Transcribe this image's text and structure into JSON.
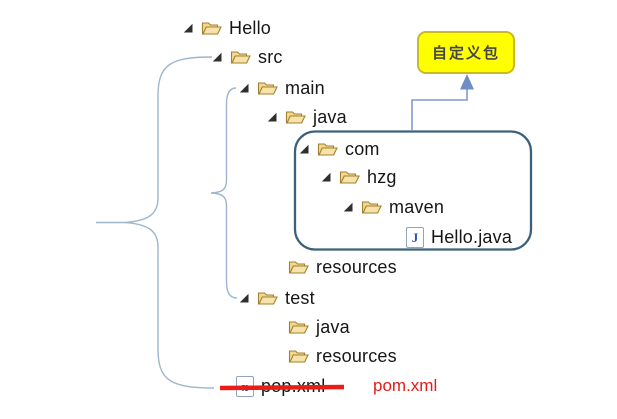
{
  "tree": {
    "items": [
      {
        "label": "Hello",
        "icon": "open-folder",
        "expanded": true
      },
      {
        "label": "src",
        "icon": "open-folder",
        "expanded": true
      },
      {
        "label": "main",
        "icon": "open-folder",
        "expanded": true
      },
      {
        "label": "java",
        "icon": "open-folder",
        "expanded": true
      },
      {
        "label": "com",
        "icon": "open-folder",
        "expanded": true
      },
      {
        "label": "hzg",
        "icon": "open-folder",
        "expanded": true
      },
      {
        "label": "maven",
        "icon": "open-folder",
        "expanded": true
      },
      {
        "label": "Hello.java",
        "icon": "java-file",
        "expanded": false
      },
      {
        "label": "resources",
        "icon": "open-folder",
        "expanded": false
      },
      {
        "label": "test",
        "icon": "open-folder",
        "expanded": true
      },
      {
        "label": "java",
        "icon": "open-folder",
        "expanded": false
      },
      {
        "label": "resources",
        "icon": "open-folder",
        "expanded": false
      },
      {
        "label": "pop.xml",
        "icon": "xml-file",
        "expanded": false,
        "struck_through": true
      }
    ]
  },
  "file_icons": {
    "java_letter": "J",
    "xml_letter": "x"
  },
  "annotations": {
    "callout": {
      "label": "自定义包",
      "fill": "#ffff00",
      "border": "#c9b922",
      "text_color": "#454545",
      "points_to": "highlighted package box (com/hzg/maven)"
    },
    "correction": {
      "label": "pom.xml",
      "color": "#e61a17"
    }
  },
  "colors": {
    "background": "#ffffff",
    "tree_text": "#161616",
    "brace_line": "#9eb5cc",
    "arrow_line": "#7e9ac9",
    "highlight_box_border": "#3a617b",
    "strikethrough_red": "#ea1c16",
    "folder_fill": "#f3d88e",
    "folder_front_fill": "#f6e3a9",
    "folder_stroke": "#a3802f",
    "triangle_fill": "#2f2f2f"
  }
}
